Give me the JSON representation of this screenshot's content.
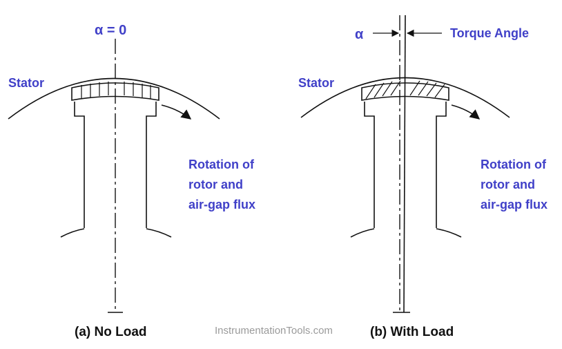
{
  "panel_a": {
    "alpha_label": "α = 0",
    "stator_label": "Stator",
    "rotation_label": [
      "Rotation of",
      "rotor and",
      "air-gap flux"
    ],
    "caption": "(a) No Load"
  },
  "panel_b": {
    "alpha_label": "α",
    "torque_label": "Torque Angle",
    "stator_label": "Stator",
    "rotation_label": [
      "Rotation of",
      "rotor and",
      "air-gap flux"
    ],
    "caption": "(b) With Load"
  },
  "watermark": "InstrumentationTools.com",
  "colors": {
    "label_blue": "#4040c8",
    "line": "#111111",
    "watermark": "#9a9a9a"
  }
}
